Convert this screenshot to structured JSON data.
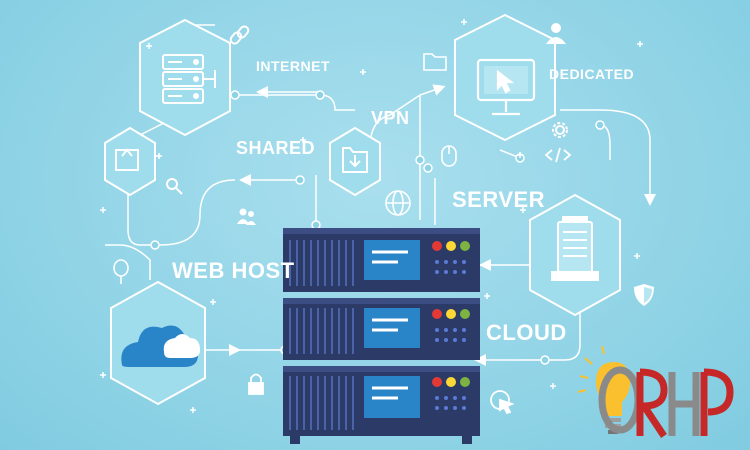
{
  "labels": {
    "internet": "INTERNET",
    "vpn": "VPN",
    "dedicated": "DEDICATED",
    "shared": "SHARED",
    "server": "SERVER",
    "web_host": "WEB HOST",
    "cloud": "CLOUD"
  },
  "logo": {
    "text": "ORHP",
    "colors": [
      "#8a8a8a",
      "#c62828"
    ]
  },
  "colors": {
    "background": "#8dd2e5",
    "line": "#ffffff",
    "server_body": "#2b3a67",
    "server_panel": "#2a85c8",
    "led_red": "#e53935",
    "led_yellow": "#fdd835",
    "led_green": "#7cb342",
    "hex_fill": "#9fdcec"
  },
  "icons": [
    "rack-icon",
    "monitor-icon",
    "download-icon",
    "cloud-icon",
    "tower-server-icon",
    "share-arrows-icon",
    "globe-icon",
    "search-icon",
    "users-icon",
    "lock-icon",
    "shield-icon",
    "folder-icon",
    "mouse-icon",
    "person-icon",
    "link-icon",
    "code-icon",
    "gear-icon",
    "balloon-icon",
    "cursor-click-icon",
    "bulb-icon"
  ]
}
